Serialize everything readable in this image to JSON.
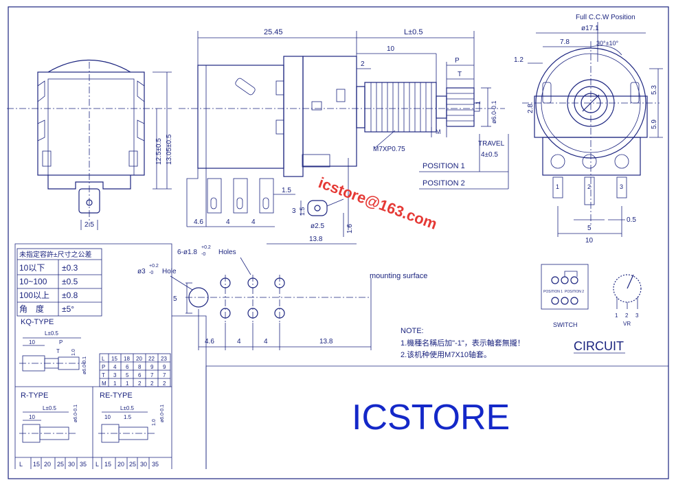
{
  "dimensions": {
    "d2545": "25.45",
    "l05": "L±0.5",
    "d10": "10",
    "d2": "2",
    "p": "P",
    "t": "T",
    "travel": "TRAVEL",
    "travel_val": "4±0.5",
    "pos1": "POSITION 1",
    "pos2": "POSITION 2",
    "m7": "M7XP0.75",
    "m": "M",
    "shaft_dia": "ø6.0-0.1",
    "d1": "1",
    "d125": "12.5±0.5",
    "d1305": "13.05±0.5",
    "d25": "2.5",
    "d15": "1.5",
    "d3": "3",
    "d15b": "1.5",
    "ph25": "ø2.5",
    "d16": "1.6",
    "d46": "4.6",
    "d4a": "4",
    "d4b": "4",
    "d138": "13.8",
    "fullccw": "Full C.C.W Position",
    "d171": "ø17.1",
    "d78": "7.8",
    "d30": "30°±10°",
    "d12": "1.2",
    "d28": "2.8",
    "d53": "5.3",
    "d59": "5.9",
    "d5": "5",
    "d05": "0.5",
    "d10b": "10",
    "pin1": "1",
    "pin2": "2",
    "pin3": "3"
  },
  "footprint": {
    "holes6": "6-ø1.8",
    "holes6b": "Holes",
    "sup6": "+0.2",
    "sub6": "-0",
    "hole3": "ø3",
    "hole3b": "Hole",
    "sup3": "+0.2",
    "sub3": "-0",
    "d5": "5",
    "d46": "4.6",
    "d4a": "4",
    "d4b": "4",
    "d138": "13.8",
    "mounting": "mounting surface"
  },
  "tolerance": {
    "title": "未指定容許±尺寸之公差",
    "rows": [
      {
        "range": "10以下",
        "tol": "±0.3"
      },
      {
        "range": "10~100",
        "tol": "±0.5"
      },
      {
        "range": "100以上",
        "tol": "±0.8"
      },
      {
        "range": "角　度",
        "tol": "±5°"
      }
    ]
  },
  "kq": {
    "title": "KQ-TYPE",
    "l05": "L±0.5",
    "d10": "10",
    "p": "P",
    "t": "T",
    "d1": "1.0",
    "dia": "ø6.0-0.1",
    "table": [
      [
        "L",
        "15",
        "18",
        "20",
        "22",
        "23"
      ],
      [
        "P",
        "4",
        "6",
        "8",
        "9",
        "9"
      ],
      [
        "T",
        "3",
        "5",
        "6",
        "7",
        "7"
      ],
      [
        "M",
        "1",
        "1",
        "2",
        "2",
        "2"
      ]
    ]
  },
  "rtype": {
    "title": "R-TYPE",
    "l05": "L±0.5",
    "d10": "10",
    "dia": "ø6.0-0.1"
  },
  "retype": {
    "title": "RE-TYPE",
    "l05": "L±0.5",
    "d10": "10",
    "d15": "1.5",
    "d1": "1.0",
    "dia": "ø6.0-0.1"
  },
  "lrow": [
    "L",
    "15",
    "20",
    "25",
    "30",
    "35",
    "L",
    "15",
    "20",
    "25",
    "30",
    "35"
  ],
  "circuit": {
    "title": "CIRCUIT",
    "pos1": "POSITION 1",
    "pos2": "POSITION 2",
    "switch": "SWITCH",
    "vr": "VR",
    "p1": "1",
    "p2": "2",
    "p3": "3"
  },
  "note": {
    "title": "NOTE:",
    "line1": "1.機種名稱后加\"-1\"，表示軸套無攏！",
    "line2": "2.该机种使用M7X10轴套。"
  },
  "watermark": "icstore@163.com",
  "brand": "ICSTORE"
}
